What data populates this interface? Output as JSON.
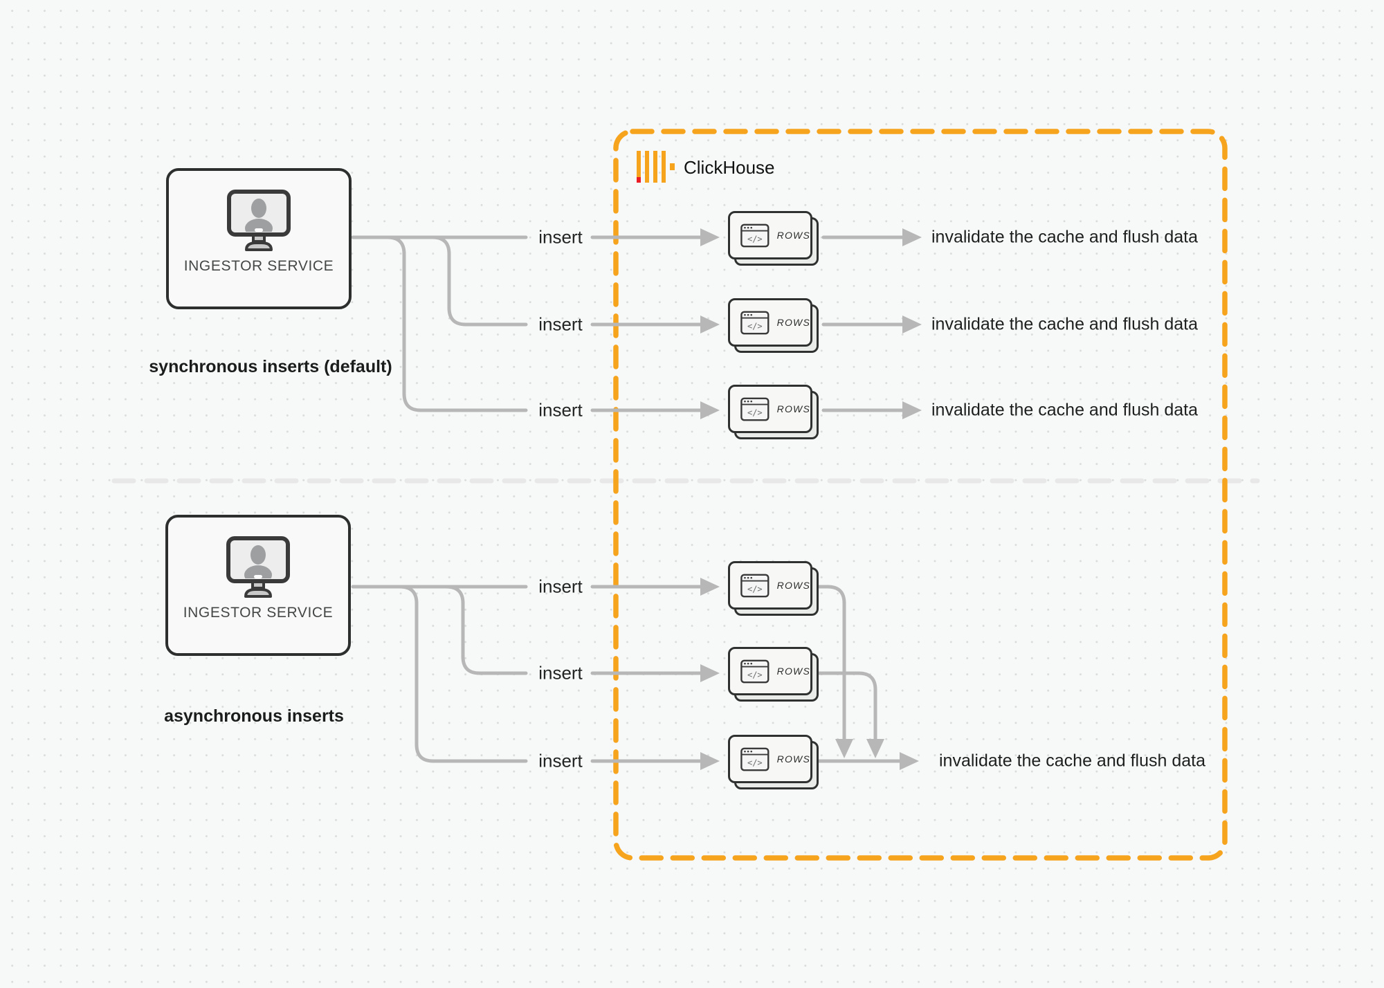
{
  "clickhouse": {
    "title": "ClickHouse"
  },
  "labels": {
    "ingestor": "INGESTOR SERVICE",
    "insert": "insert",
    "invalidate": "invalidate the cache and flush data",
    "rows": "ROWS",
    "code_glyph": "</>"
  },
  "sections": {
    "sync": {
      "caption": "synchronous inserts (default)",
      "insert_count": 3
    },
    "async": {
      "caption": "asynchronous inserts",
      "insert_count": 3
    }
  },
  "colors": {
    "accent_orange": "#F6A41E",
    "logo_red": "#EC1C24",
    "wire_gray": "#b7b7b7",
    "divider_gray": "#e8e8e8",
    "background": "#f7f8f8"
  },
  "icons": {
    "clickhouse_logo": "clickhouse-bars-icon",
    "ingestor": "monitor-user-icon",
    "rows_card": "code-window-icon"
  }
}
